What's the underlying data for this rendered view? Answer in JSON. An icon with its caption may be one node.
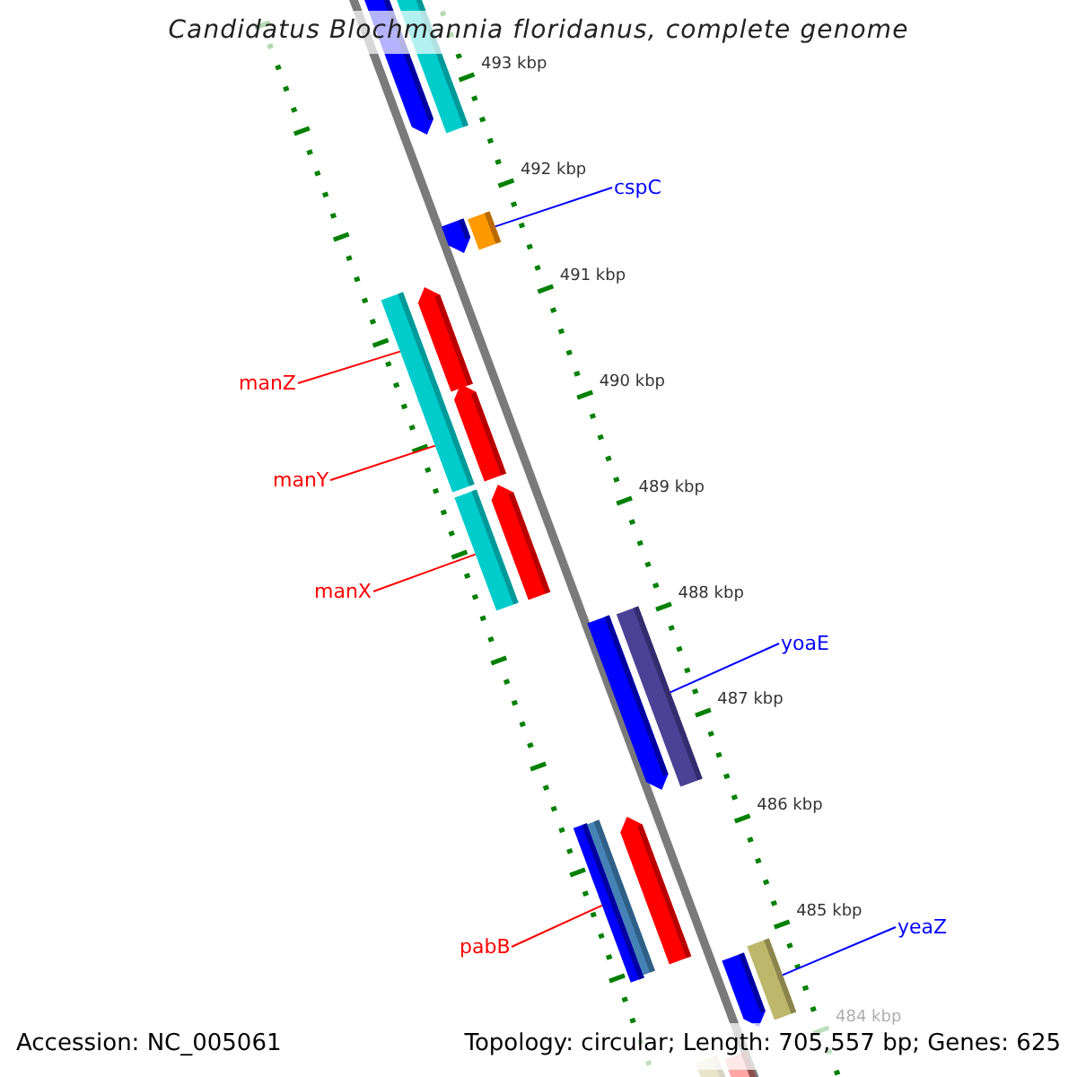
{
  "diagram": {
    "title": "Candidatus Blochmannia floridanus, complete genome",
    "nodes": [
      {
        "text": [
          "cspC"
        ]
      },
      {
        "text": [],
        "shape": "bar"
      },
      {
        "text": [
          "manZ"
        ]
      },
      {
        "text": [],
        "shape": "bar"
      },
      {
        "text": [
          "manY"
        ]
      },
      {
        "text": [],
        "shape": "bar"
      },
      {
        "text": [
          "manX"
        ]
      },
      {
        "text": [],
        "shape": "bar"
      },
      {
        "text": [
          "yoaE"
        ]
      },
      {
        "text": [],
        "shape": "bar"
      },
      {
        "text": [
          "pabB"
        ]
      },
      {
        "text": [],
        "shape": "bar"
      },
      {
        "text": [
          "yeaZ"
        ]
      },
      {
        "text": [],
        "shape": "bar"
      },
      {
        "text": [],
        "shape": "bar"
      },
      {
        "text": [],
        "shape": "bar"
      },
      {
        "text": [],
        "shape": "bar"
      },
      {
        "text": [],
        "shape": "bar"
      },
      {
        "text": [],
        "shape": "bar"
      },
      {
        "text": [],
        "shape": "bar"
      },
      {
        "text": [],
        "shape": "bar"
      },
      {
        "text": [],
        "shape": "bar"
      },
      {
        "text": [],
        "shape": "bar"
      },
      {
        "text": [],
        "shape": "bar"
      },
      {
        "text": [],
        "shape": "bar"
      },
      {
        "text": [],
        "shape": "bar"
      }
    ],
    "edges": [
      {
        "from": 0,
        "to": 1,
        "arrow": "none",
        "color": "#0000ff"
      },
      {
        "from": 2,
        "to": 3,
        "arrow": "none",
        "color": "#ff0000"
      },
      {
        "from": 4,
        "to": 5,
        "arrow": "none",
        "color": "#ff0000"
      },
      {
        "from": 6,
        "to": 7,
        "arrow": "none",
        "color": "#ff0000"
      },
      {
        "from": 8,
        "to": 9,
        "arrow": "none",
        "color": "#0000ff"
      },
      {
        "from": 10,
        "to": 11,
        "arrow": "none",
        "color": "#ff0000"
      },
      {
        "from": 12,
        "to": 13,
        "arrow": "none",
        "color": "#0000ff"
      }
    ],
    "labels": [
      "493 kbp",
      "492 kbp",
      "491 kbp",
      "490 kbp",
      "489 kbp",
      "488 kbp",
      "487 kbp",
      "486 kbp",
      "485 kbp",
      "484 kbp",
      "Accession: NC_005061",
      "Topology: circular; Length: 705,557 bp; Genes: 625"
    ]
  }
}
